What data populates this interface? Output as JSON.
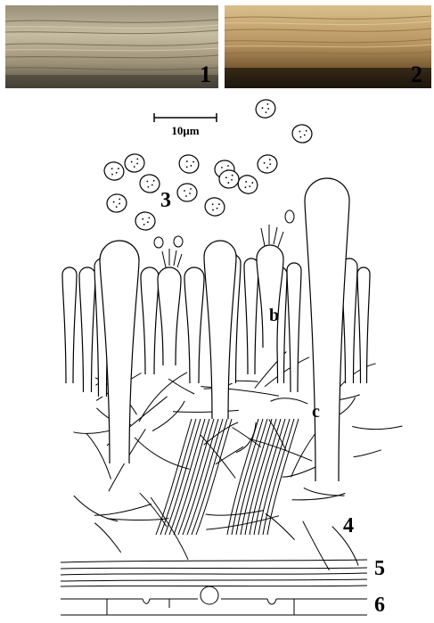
{
  "figure": {
    "photos": [
      {
        "number": "1",
        "palette": [
          "#4a4538",
          "#8c8068",
          "#b3a88e",
          "#d6cdb4"
        ]
      },
      {
        "number": "2",
        "palette": [
          "#2a1f12",
          "#9c7a44",
          "#c8a872",
          "#e6cf9c"
        ]
      }
    ],
    "scale_bar": {
      "label": "10μm"
    },
    "labels": {
      "spores": "3",
      "basidium": "b",
      "cystidium": "c",
      "subhymenium": "4",
      "layer_5": "5",
      "layer_6": "6"
    },
    "colors": {
      "line": "#000000",
      "background": "#ffffff"
    }
  }
}
